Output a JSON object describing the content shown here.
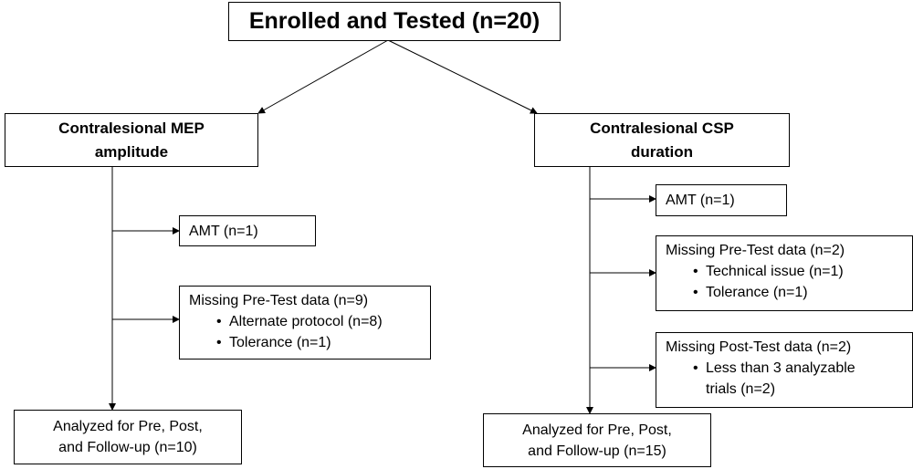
{
  "top": {
    "label": "Enrolled and Tested (n=20)"
  },
  "left": {
    "header_line1": "Contralesional MEP",
    "header_line2": "amplitude",
    "amt": "AMT (n=1)",
    "missing_pre": {
      "title": "Missing Pre-Test data (n=9)",
      "bullets": [
        "Alternate protocol (n=8)",
        "Tolerance (n=1)"
      ]
    },
    "analyzed_line1": "Analyzed for Pre, Post,",
    "analyzed_line2": "and Follow-up (n=10)"
  },
  "right": {
    "header_line1": "Contralesional CSP",
    "header_line2": "duration",
    "amt": "AMT (n=1)",
    "missing_pre": {
      "title": "Missing Pre-Test data (n=2)",
      "bullets": [
        "Technical issue (n=1)",
        "Tolerance (n=1)"
      ]
    },
    "missing_post": {
      "title": "Missing Post-Test data (n=2)",
      "bullet_line1": "Less than 3 analyzable",
      "bullet_line2": "trials (n=2)"
    },
    "analyzed_line1": "Analyzed for Pre, Post,",
    "analyzed_line2": "and Follow-up (n=15)"
  }
}
